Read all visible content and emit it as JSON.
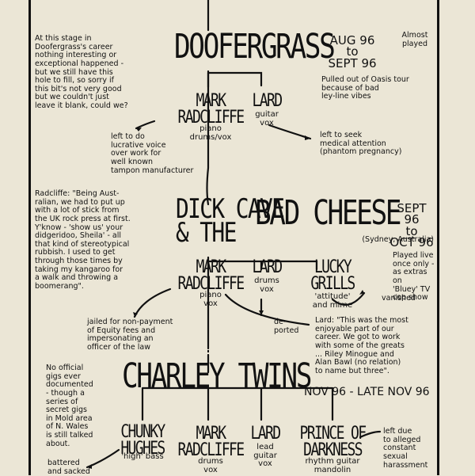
{
  "stages": [
    {
      "band": "DOOFERGRASS",
      "dates": "AUG 96\nto\nSEPT 96",
      "note_right": "Almost\nplayed",
      "note_left": "At this stage in\nDoofergrass's career\nnothing interesting or\nexceptional happened -\nbut we still have this\nhole to fill, so sorry if\nthis bit's not very good\nbut we couldn't just\nleave it blank, could we?",
      "members": [
        {
          "name": "MARK\nRADCLIFFE",
          "role": "piano\ndrums/vox"
        },
        {
          "name": "LARD",
          "role": "guitar\nvox"
        }
      ],
      "exits": [
        "left to do\nlucrative voice\nover work for\nwell known\ntampon manufacturer",
        "left to seek\nmedical attention\n(phantom pregnancy)"
      ],
      "note_mid": "Pulled out of Oasis tour\nbecause of bad\nley-line vibes"
    },
    {
      "band_line1": "DICK CAVE",
      "band_line2": "& THE",
      "band_line3": "BAD CHEESE",
      "dates": "SEPT 96\nto\nOCT 96",
      "location": "(Sydney, Australia)",
      "note_left": "Radcliffe: \"Being Aust-\nralian, we had to put up\nwith a lot of stick from\nthe UK rock press at first.\nY'know - 'show us' your\ndidgeridoo, Sheila' - all\nthat kind of stereotypical\nrubbish. I used to get\nthrough those times by\ntaking my kangaroo for\na walk and throwing a\nboomerang\".",
      "members": [
        {
          "name": "MARK\nRADCLIFFE",
          "role": "piano\nvox"
        },
        {
          "name": "LARD",
          "role": "drums\nvox"
        },
        {
          "name": "LUCKY\nGRILLS",
          "role": "'attitude'\nand mime"
        }
      ],
      "exits": [
        "jailed for non-payment\nof Equity fees and\nimpersonating an\nofficer of the law",
        "de-\nported",
        "vanished"
      ],
      "note_right": "Played live\nonce only -\nas extras on\n'Bluey' TV\ncop show",
      "quote": "Lard: \"This was the most\nenjoyable part of our\ncareer. We got to work\nwith some of the greats\n... Riley Minogue and\nAlan Bawl (no relation)\nto name but three\"."
    },
    {
      "band": "CHARLEY TWINS",
      "dates": "NOV 96 - LATE NOV 96",
      "note_left": "No official\ngigs ever\ndocumented\n- though a\nseries of\nsecret gigs\nin Mold area\nof N. Wales\nis still talked\nabout.",
      "members": [
        {
          "name": "CHUNKY\nHUGHES",
          "role": "'high' bass"
        },
        {
          "name": "MARK\nRADCLIFFE",
          "role": "drums\nvox"
        },
        {
          "name": "LARD",
          "role": "lead\nguitar\nvox"
        },
        {
          "name": "PRINCE OF\nDARKNESS",
          "role": "rhythm guitar\nmandolin"
        }
      ],
      "exits": [
        "battered\nand sacked",
        "left due\nto alleged\nconstant\nsexual\nharassment"
      ]
    }
  ]
}
